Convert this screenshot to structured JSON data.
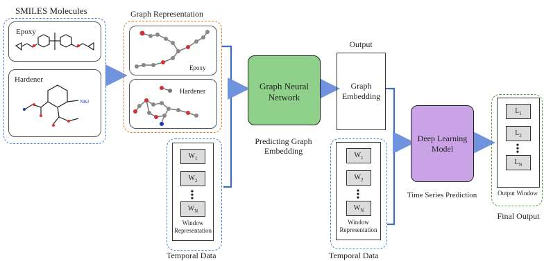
{
  "colors": {
    "blue_dashed": "#4a7fd6",
    "orange_dashed": "#e07a2a",
    "green_dashed": "#5a9a3a",
    "gnn_fill": "#8fd18a",
    "gnn_border": "#222222",
    "dl_fill": "#c9a3e6",
    "connector": "#3f6fb5",
    "arrow": "#6f93dd"
  },
  "smiles": {
    "title": "SMILES Molecules",
    "epoxy_label": "Epoxy",
    "hardener_label": "Hardener",
    "nh2_label": "NH2"
  },
  "graph_rep": {
    "title": "Graph Representation",
    "epoxy_label": "Epoxy",
    "hardener_label": "Hardener"
  },
  "gnn": {
    "line1": "Graph Neural",
    "line2": "Network",
    "caption_line1": "Predicting Graph",
    "caption_line2": "Embedding"
  },
  "output": {
    "title": "Output",
    "line1": "Graph",
    "line2": "Embedding"
  },
  "window1": {
    "w1": "W",
    "w1_sub": "1",
    "w2": "W",
    "w2_sub": "2",
    "wn": "W",
    "wn_sub": "N",
    "caption_line1": "Window",
    "caption_line2": "Representation",
    "below": "Temporal Data"
  },
  "window2": {
    "w1": "W",
    "w1_sub": "1",
    "w2": "W",
    "w2_sub": "2",
    "wn": "W",
    "wn_sub": "N",
    "caption_line1": "Window",
    "caption_line2": "Representation",
    "below": "Temporal Data"
  },
  "dl": {
    "line1": "Deep Learning",
    "line2": "Model",
    "caption": "Time Series Prediction"
  },
  "final": {
    "l1": "L",
    "l1_sub": "1",
    "l2": "L",
    "l2_sub": "2",
    "ln": "L",
    "ln_sub": "N",
    "caption": "Output Window",
    "below": "Final Output"
  }
}
